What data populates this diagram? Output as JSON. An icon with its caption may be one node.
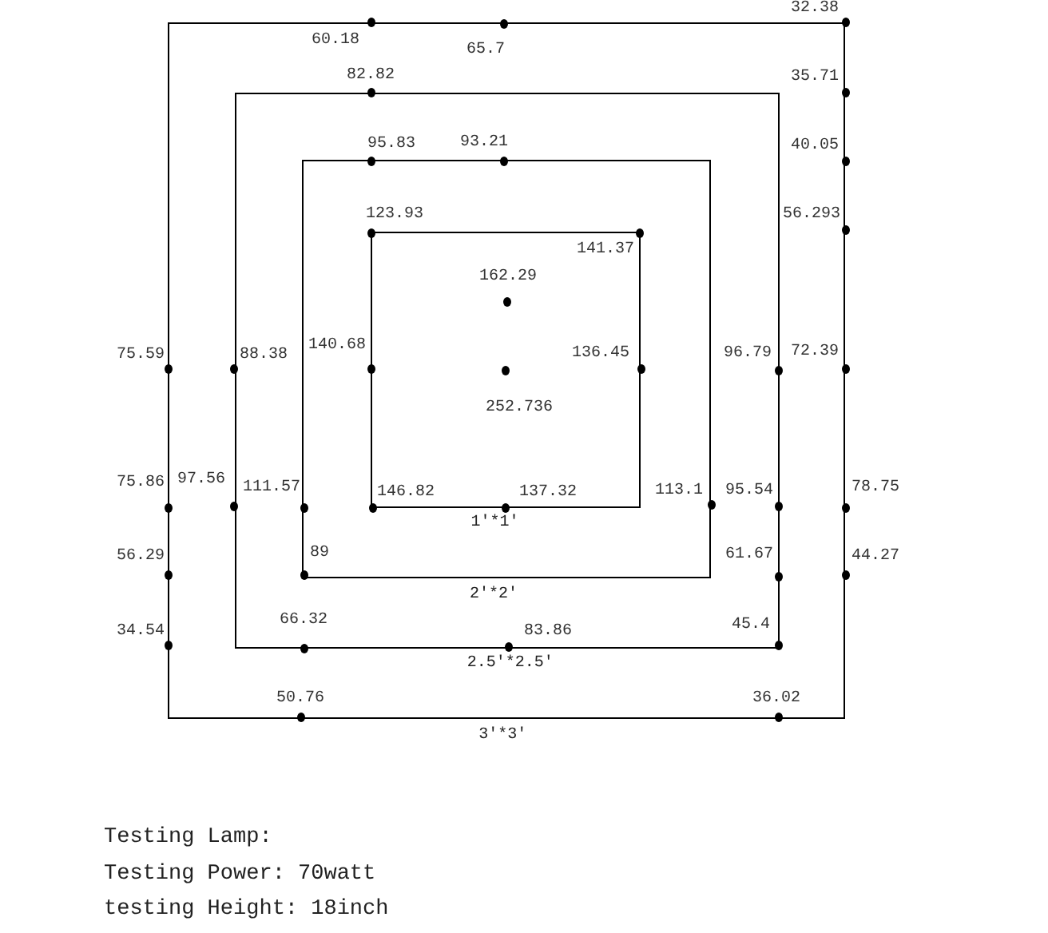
{
  "diagram": {
    "nodes": [
      {
        "text": [
          "3'*3'"
        ]
      },
      {
        "text": [
          "2.5'*2.5'"
        ],
        "in": 0
      },
      {
        "text": [
          "2'*2'"
        ],
        "in": 1
      },
      {
        "text": [
          "1'*1'"
        ],
        "in": 2
      }
    ],
    "labels": [
      "32.38",
      "60.18",
      "65.7",
      "82.82",
      "35.71",
      "95.83",
      "93.21",
      "40.05",
      "123.93",
      "141.37",
      "56.293",
      "162.29",
      "75.59",
      "88.38",
      "140.68",
      "136.45",
      "96.79",
      "72.39",
      "252.736",
      "75.86",
      "97.56",
      "111.57",
      "146.82",
      "137.32",
      "113.1",
      "95.54",
      "78.75",
      "56.29",
      "89",
      "61.67",
      "44.27",
      "34.54",
      "66.32",
      "83.86",
      "45.4",
      "50.76",
      "36.02",
      "Testing Lamp:",
      "Testing Power: 70watt",
      "testing Height: 18inch"
    ]
  }
}
